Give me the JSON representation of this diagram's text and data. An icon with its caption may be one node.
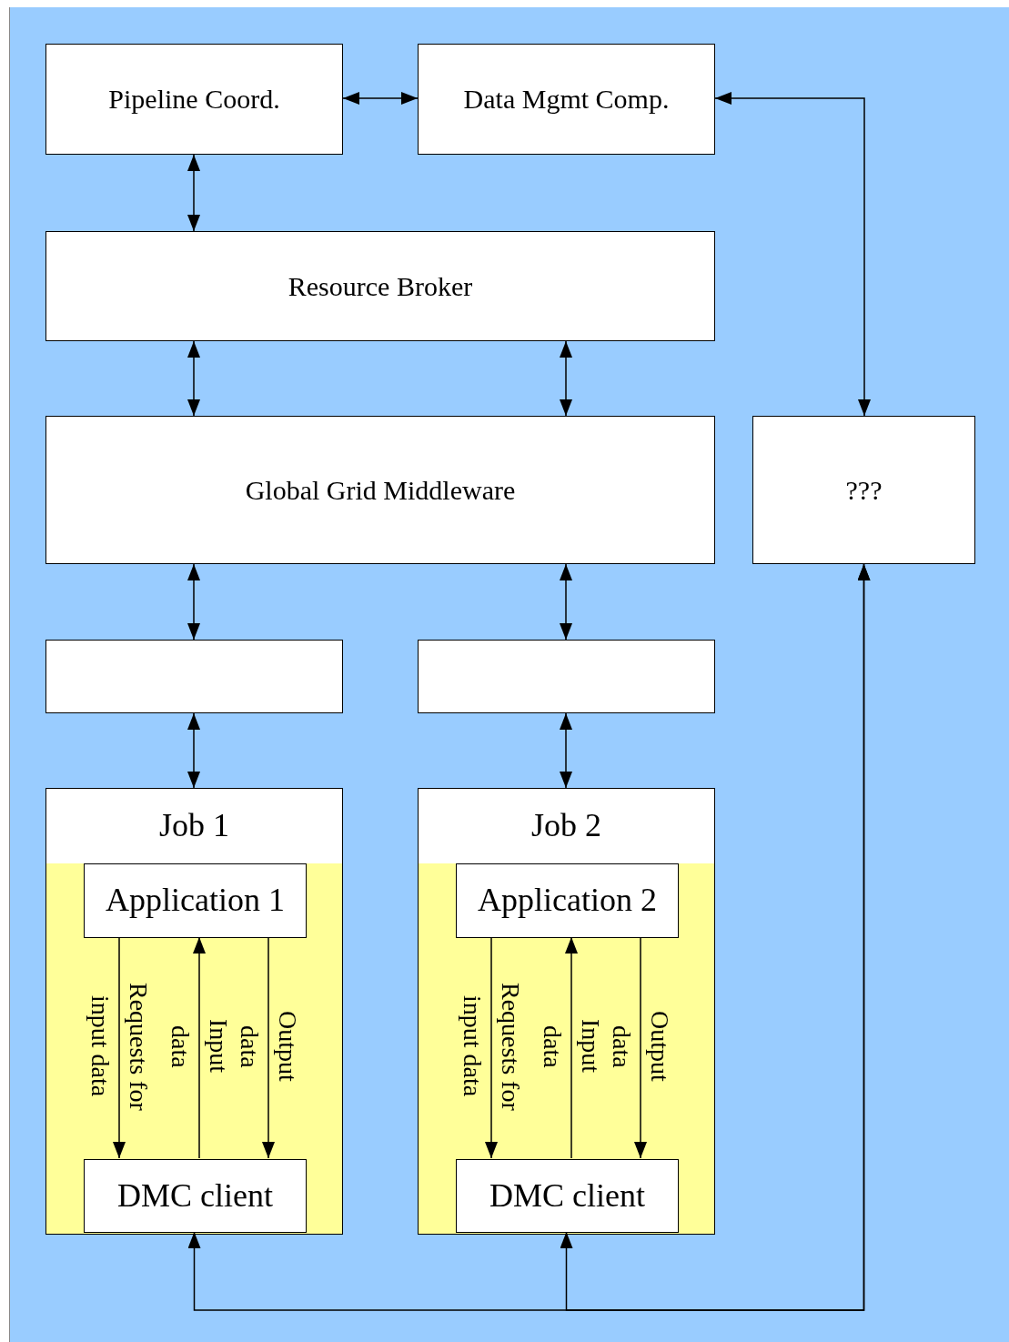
{
  "diagram": {
    "nodes": [
      {
        "text": [
          "Pipeline Coord."
        ]
      },
      {
        "text": [
          "Data Mgmt Comp."
        ]
      },
      {
        "text": [
          "Resource Broker"
        ]
      },
      {
        "text": [
          "Global Grid Middleware"
        ]
      },
      {
        "text": [
          "???"
        ]
      },
      {
        "text": [],
        "shape": "box"
      },
      {
        "text": [],
        "shape": "box"
      },
      {
        "text": [
          "Job 1"
        ]
      },
      {
        "text": [
          "Application 1"
        ],
        "in": 7
      },
      {
        "text": [
          "DMC client"
        ],
        "in": 7
      },
      {
        "text": [
          "Job 2"
        ]
      },
      {
        "text": [
          "Application 2"
        ],
        "in": 10
      },
      {
        "text": [
          "DMC client"
        ],
        "in": 10
      }
    ],
    "edges": [
      {
        "from": 0,
        "to": 1,
        "arrow": "both"
      },
      {
        "from": 1,
        "to": 4,
        "arrow": "both"
      },
      {
        "from": 0,
        "to": 2,
        "arrow": "both"
      },
      {
        "from": 2,
        "to": 3,
        "arrow": "both"
      },
      {
        "from": 2,
        "to": 3,
        "arrow": "both"
      },
      {
        "from": 3,
        "to": 5,
        "arrow": "both"
      },
      {
        "from": 3,
        "to": 6,
        "arrow": "both"
      },
      {
        "from": 5,
        "to": 7,
        "arrow": "both"
      },
      {
        "from": 6,
        "to": 10,
        "arrow": "both"
      },
      {
        "from": 8,
        "to": 9,
        "arrow": "to",
        "label": "Requests for input data"
      },
      {
        "from": 9,
        "to": 8,
        "arrow": "to",
        "label": "Input data"
      },
      {
        "from": 8,
        "to": 9,
        "arrow": "to",
        "label": "Output data"
      },
      {
        "from": 11,
        "to": 12,
        "arrow": "to",
        "label": "Requests for input data"
      },
      {
        "from": 12,
        "to": 11,
        "arrow": "to",
        "label": "Input data"
      },
      {
        "from": 11,
        "to": 12,
        "arrow": "to",
        "label": "Output data"
      },
      {
        "from": 9,
        "to": 4,
        "arrow": "both"
      },
      {
        "from": 12,
        "to": 4,
        "arrow": "both"
      }
    ]
  }
}
